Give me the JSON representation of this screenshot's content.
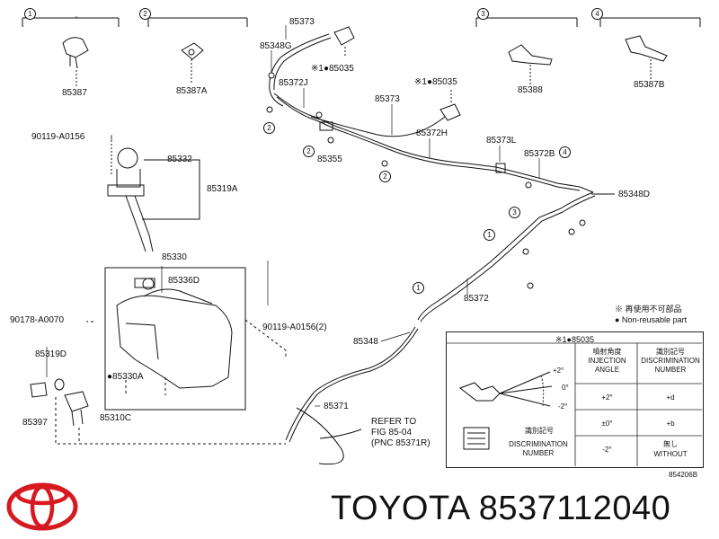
{
  "callouts": [
    {
      "num": "1",
      "part": "85387"
    },
    {
      "num": "2",
      "part": "85387A"
    },
    {
      "num": "3",
      "part": "85388"
    },
    {
      "num": "4",
      "part": "85387B"
    }
  ],
  "labels": {
    "p85373_top": "85373",
    "p85348g": "85348G",
    "p85035_a": "※1●85035",
    "p85372j": "85372J",
    "p85035_b": "※1●85035",
    "p85373_mid": "85373",
    "p85372h": "85372H",
    "p85373l": "85373L",
    "p85372b": "85372B",
    "p85355": "85355",
    "p85348d": "85348D",
    "p90119_a": "90119-A0156",
    "p85332": "85332",
    "p85319a": "85319A",
    "p85330": "85330",
    "p85336d": "85336D",
    "p90178": "90178-A0070",
    "p90119_b": "90119-A0156(2)",
    "p85372": "85372",
    "p85348": "85348",
    "p85319d": "85319D",
    "p85330a": "●85330A",
    "p85397": "85397",
    "p85310c": "85310C",
    "p85371": "85371",
    "refer1": "REFER TO",
    "refer2": "FIG 85-04",
    "refer3": "(PNC 85371R)"
  },
  "legend": {
    "item1": "※ 再使用不可部品",
    "item2": "● Non-reusable part"
  },
  "table": {
    "title": "※1●85035",
    "h1a": "噴射角度",
    "h1b": "INJECTION",
    "h1c": "ANGLE",
    "h2a": "識別記号",
    "h2b": "DISCRIMINATION",
    "h2c": "NUMBER",
    "r1a": "+2°",
    "r1b": "+d",
    "r2a": "±0°",
    "r2b": "+b",
    "r3a": "-2°",
    "r3b1": "無し",
    "r3b2": "WITHOUT",
    "ang1": "+2°",
    "ang2": "0°",
    "ang3": "-2°",
    "dn1": "識別記号",
    "dn2": "DISCRIMINATION",
    "dn3": "NUMBER"
  },
  "figure_code": "854206B",
  "brand": {
    "name": "TOYOTA",
    "part_number": "8537112040"
  },
  "colors": {
    "line": "#111111",
    "logo_red": "#d71920"
  }
}
